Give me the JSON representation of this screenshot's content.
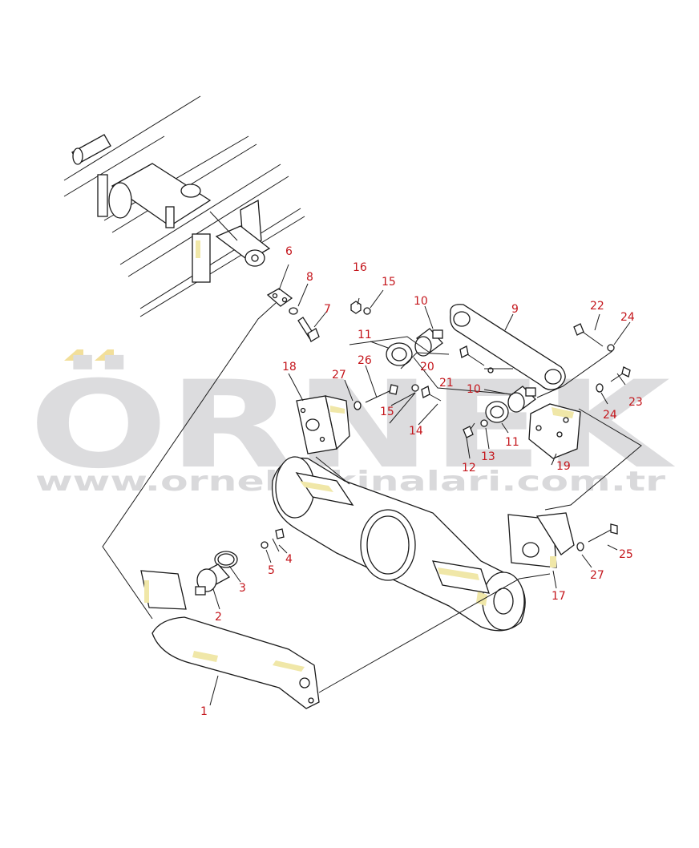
{
  "watermark": {
    "brand": "ÖRNEK",
    "url": "www.ornekiskinalari.com.tr",
    "brand_color": "#dcdcde",
    "accent_color": "#f2df9a"
  },
  "colors": {
    "label": "#c4161c",
    "line": "#1a1a1a",
    "highlight": "#f0e7a8"
  },
  "callouts": [
    {
      "id": "c1",
      "text": "1"
    },
    {
      "id": "c2",
      "text": "2"
    },
    {
      "id": "c3",
      "text": "3"
    },
    {
      "id": "c4",
      "text": "4"
    },
    {
      "id": "c5",
      "text": "5"
    },
    {
      "id": "c6",
      "text": "6"
    },
    {
      "id": "c7",
      "text": "7"
    },
    {
      "id": "c8",
      "text": "8"
    },
    {
      "id": "c9",
      "text": "9"
    },
    {
      "id": "c10a",
      "text": "10"
    },
    {
      "id": "c10b",
      "text": "10"
    },
    {
      "id": "c11a",
      "text": "11"
    },
    {
      "id": "c11b",
      "text": "11"
    },
    {
      "id": "c12",
      "text": "12"
    },
    {
      "id": "c13",
      "text": "13"
    },
    {
      "id": "c14",
      "text": "14"
    },
    {
      "id": "c15a",
      "text": "15"
    },
    {
      "id": "c15b",
      "text": "15"
    },
    {
      "id": "c16",
      "text": "16"
    },
    {
      "id": "c17",
      "text": "17"
    },
    {
      "id": "c18",
      "text": "18"
    },
    {
      "id": "c19",
      "text": "19"
    },
    {
      "id": "c20",
      "text": "20"
    },
    {
      "id": "c21",
      "text": "21"
    },
    {
      "id": "c22",
      "text": "22"
    },
    {
      "id": "c23",
      "text": "23"
    },
    {
      "id": "c24a",
      "text": "24"
    },
    {
      "id": "c24b",
      "text": "24"
    },
    {
      "id": "c25",
      "text": "25"
    },
    {
      "id": "c26",
      "text": "26"
    },
    {
      "id": "c27a",
      "text": "27"
    },
    {
      "id": "c27b",
      "text": "27"
    }
  ]
}
